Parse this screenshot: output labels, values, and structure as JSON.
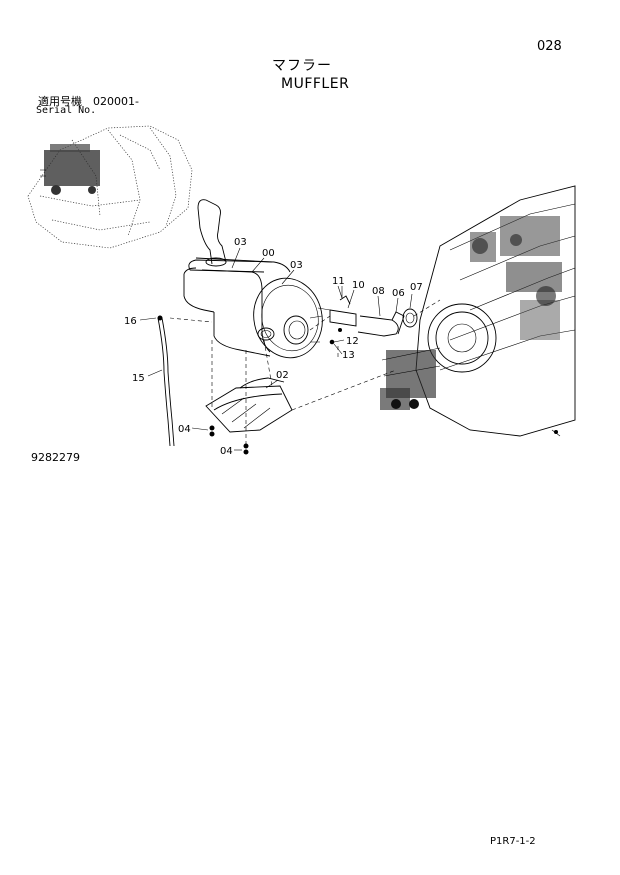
{
  "header": {
    "page_number": "028",
    "title_jp": "マフラー",
    "title_en": "MUFFLER",
    "serial_label_jp": "適用号機　020001-",
    "serial_label_en": "Serial No."
  },
  "footer": {
    "drawing_number": "9282279",
    "sheet_reference": "P1R7-1-2"
  },
  "callouts": [
    "03",
    "00",
    "03",
    "02",
    "04",
    "04",
    "11",
    "10",
    "08",
    "06",
    "07",
    "12",
    "13",
    "16",
    "15"
  ]
}
